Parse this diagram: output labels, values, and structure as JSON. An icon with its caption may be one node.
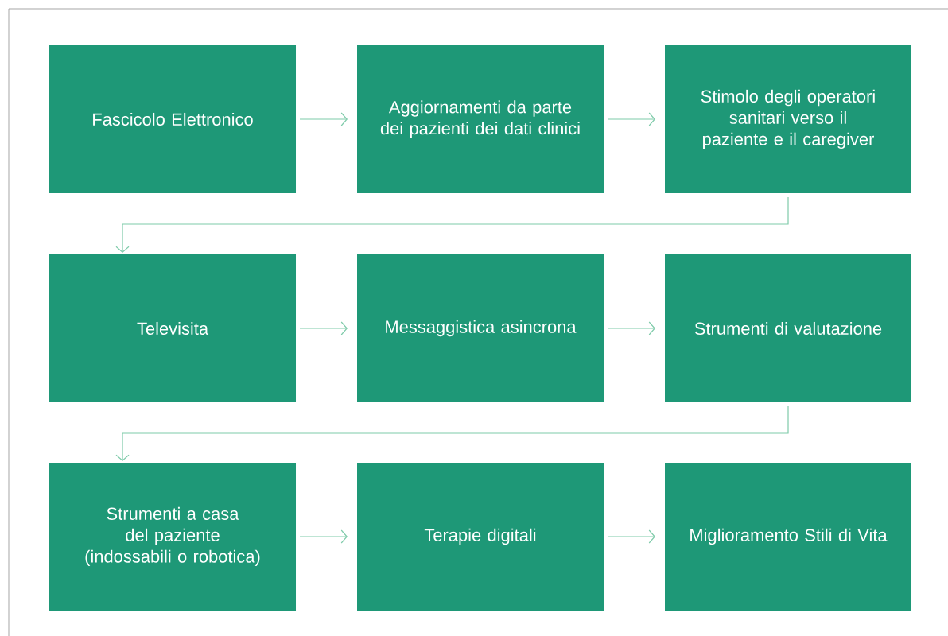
{
  "diagram": {
    "nodes": [
      {
        "text": [
          "Fascicolo Elettronico"
        ]
      },
      {
        "text": [
          "Aggiornamenti da parte dei pazienti dei dati clinici"
        ]
      },
      {
        "text": [
          "Stimolo degli operatori sanitari verso il paziente e il caregiver"
        ]
      },
      {
        "text": [
          "Televisita"
        ]
      },
      {
        "text": [
          "Messaggistica asincrona"
        ]
      },
      {
        "text": [
          "Strumenti di valutazione"
        ]
      },
      {
        "text": [
          "Strumenti a casa del paziente (indossabili o robotica)"
        ]
      },
      {
        "text": [
          "Terapie digitali"
        ]
      },
      {
        "text": [
          "Miglioramento Stili di Vita"
        ]
      }
    ],
    "edges": [
      {
        "from": 0,
        "to": 1,
        "arrow": "to"
      },
      {
        "from": 1,
        "to": 2,
        "arrow": "to"
      },
      {
        "from": 2,
        "to": 3,
        "arrow": "to"
      },
      {
        "from": 3,
        "to": 4,
        "arrow": "to"
      },
      {
        "from": 4,
        "to": 5,
        "arrow": "to"
      },
      {
        "from": 5,
        "to": 6,
        "arrow": "to"
      },
      {
        "from": 6,
        "to": 7,
        "arrow": "to"
      },
      {
        "from": 7,
        "to": 8,
        "arrow": "to"
      }
    ]
  }
}
